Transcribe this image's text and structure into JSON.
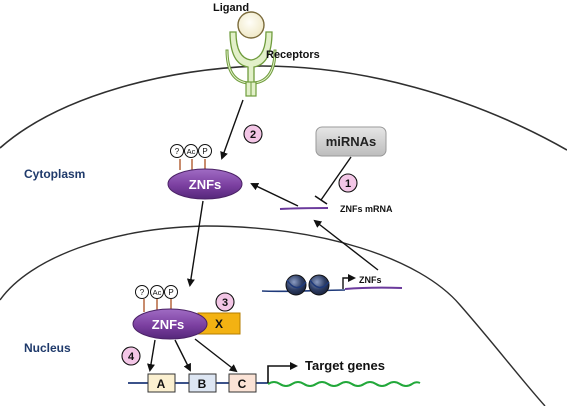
{
  "ligand_label": "Ligand",
  "receptors_label": "Receptors",
  "compartments": {
    "cytoplasm": "Cytoplasm",
    "nucleus": "Nucleus"
  },
  "steps": [
    "1",
    "2",
    "3",
    "4"
  ],
  "mirnas_label": "miRNAs",
  "znfs_mrna_label": "ZNFs mRNA",
  "znfs_protein_label": "ZNFs",
  "gene_label": "ZNFs",
  "modifications": [
    "?",
    "Ac",
    "P"
  ],
  "partner_label": "X",
  "target_genes": [
    "A",
    "B",
    "C"
  ],
  "target_genes_label": "Target genes",
  "colors": {
    "cell_outline": "#2f2f2f",
    "compartment_text": "#1f3a6b",
    "receptor_fill": "#e2f0c9",
    "receptor_stroke": "#6f9c3d",
    "ligand_fill": "#fdfbef",
    "mirna_box": "#cfcfcf",
    "znf_purple": "#7b3fa0",
    "mrna_line": "#6b3a9c",
    "partner_orange": "#f3b212",
    "step_circle": "#f3c6e6",
    "gene_a": "#fbf0d0",
    "gene_b": "#dde6f3",
    "gene_c": "#fbe3d6",
    "target_dna": "#22a83a",
    "dna_blue": "#1f3a7a"
  }
}
